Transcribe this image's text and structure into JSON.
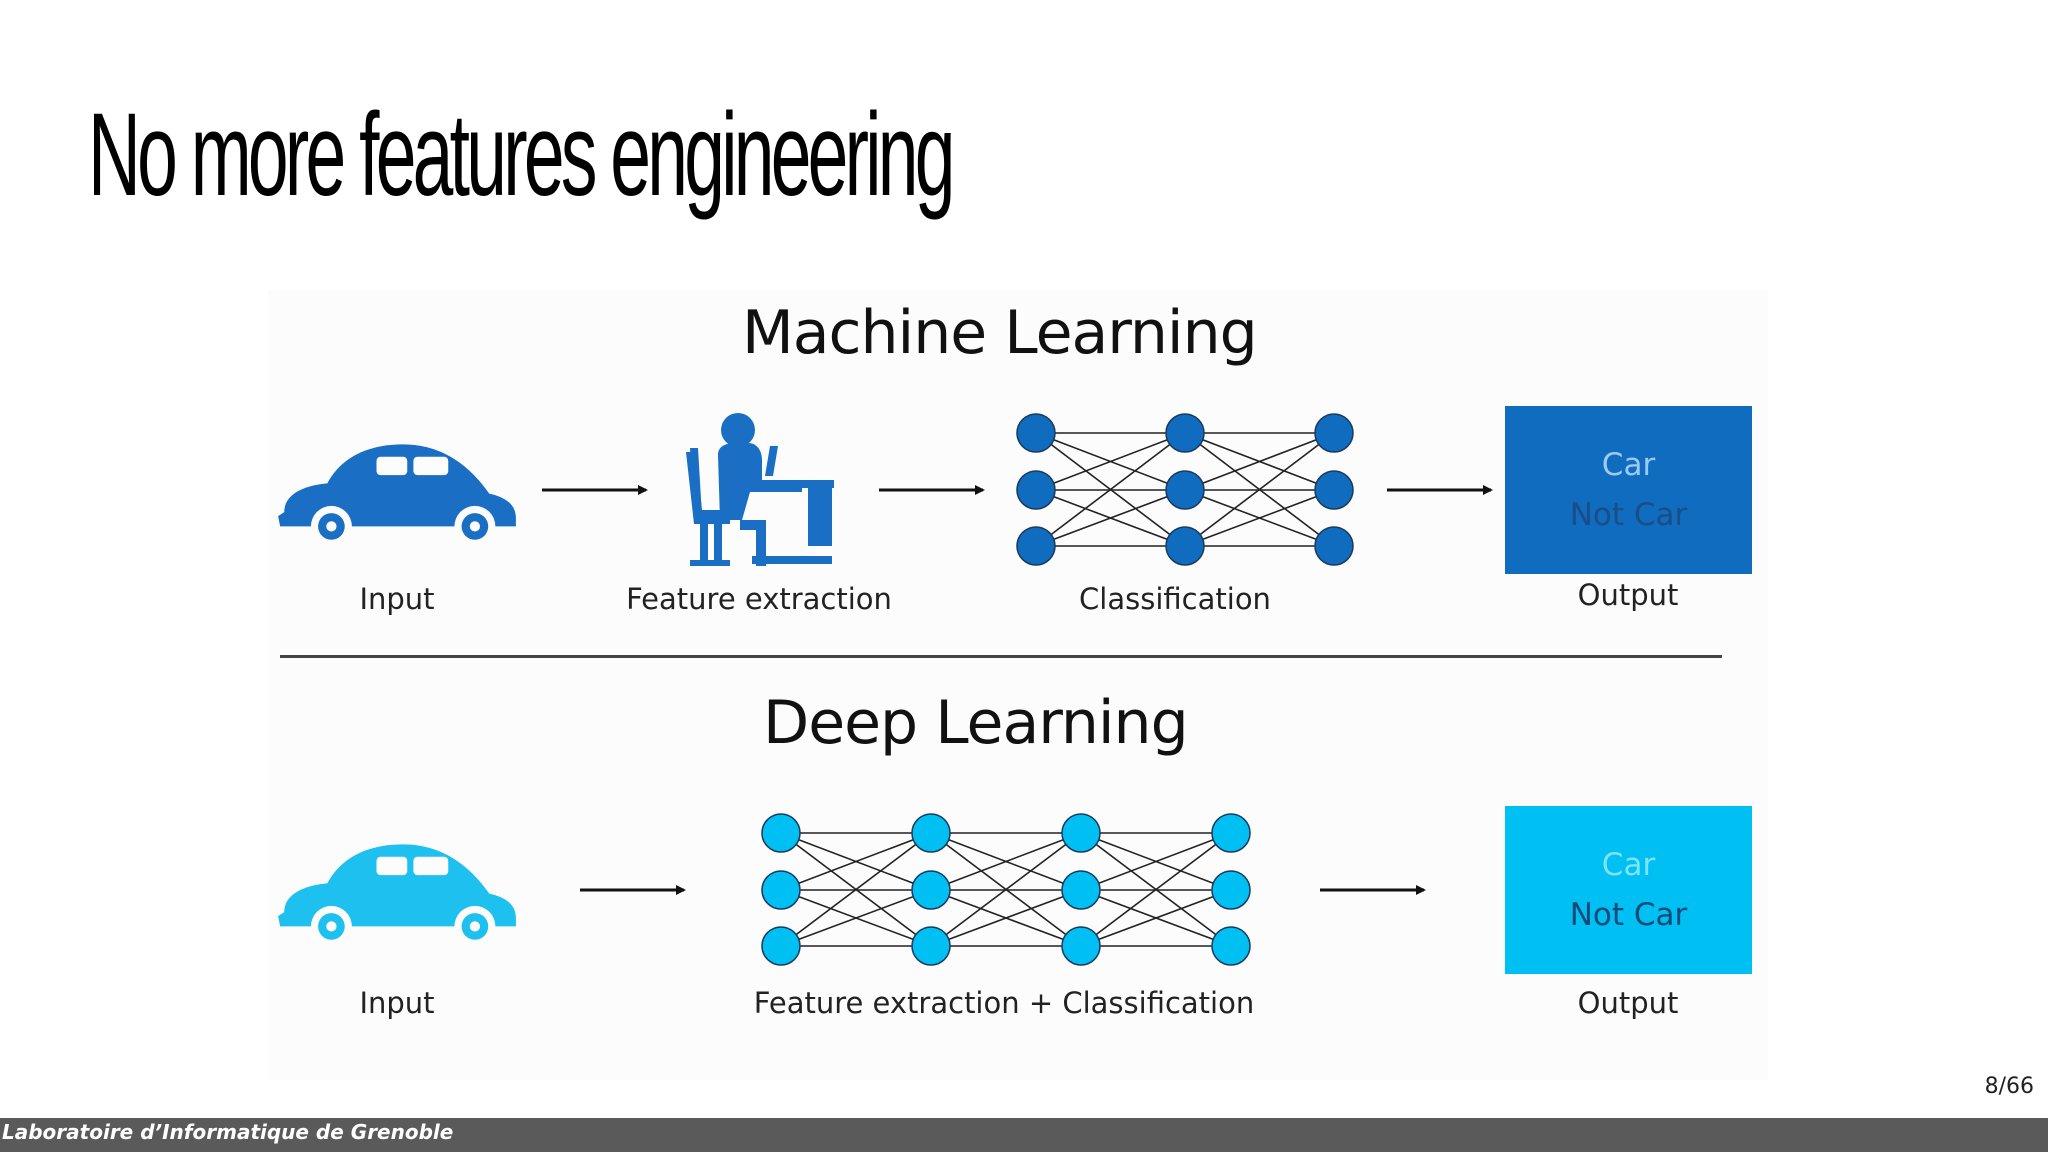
{
  "slide": {
    "title": "No more features engineering",
    "footer": "Laboratoire d’Informatique de Grenoble",
    "page_number": "8/66"
  },
  "colors": {
    "ml_blue": "#1a6fc4",
    "dl_cyan": "#1ec0f0",
    "ml_box": "#0f6cbf",
    "dl_box": "#00bff3",
    "box_text_ml": "#9ccbf2",
    "box_text_ml_strong": "#1b4d86",
    "box_text_dl": "#7ee3fb",
    "box_text_dl_strong": "#0d4a78"
  },
  "machine_learning": {
    "heading": "Machine Learning",
    "input_label": "Input",
    "feature_label": "Feature extraction",
    "classification_label": "Classification",
    "output_label": "Output",
    "output_options": [
      "Car",
      "Not Car"
    ],
    "icons": [
      "car-icon",
      "person-at-desk-icon",
      "neural-network-icon"
    ],
    "network_layers": 3
  },
  "deep_learning": {
    "heading": "Deep Learning",
    "input_label": "Input",
    "combined_label": "Feature extraction + Classification",
    "output_label": "Output",
    "output_options": [
      "Car",
      "Not Car"
    ],
    "icons": [
      "car-icon",
      "neural-network-icon"
    ],
    "network_layers": 4
  }
}
